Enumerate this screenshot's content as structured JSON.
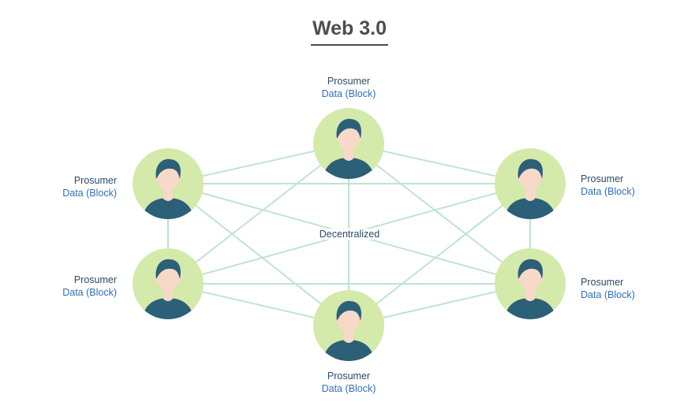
{
  "title": "Web 3.0",
  "center_label": "Decentralized",
  "colors": {
    "line": "#bfe3d3",
    "node_bg": "#d4eaaa",
    "skin": "#f8d9c9",
    "hair": "#2c5f78",
    "shirt": "#2c5f78",
    "role_text": "#2c4a63",
    "data_text": "#2f6fb8"
  },
  "nodes": [
    {
      "id": "top",
      "role": "Prosumer",
      "data": "Data (Block)"
    },
    {
      "id": "upper-left",
      "role": "Prosumer",
      "data": "Data (Block)"
    },
    {
      "id": "upper-right",
      "role": "Prosumer",
      "data": "Data (Block)"
    },
    {
      "id": "lower-left",
      "role": "Prosumer",
      "data": "Data (Block)"
    },
    {
      "id": "lower-right",
      "role": "Prosumer",
      "data": "Data (Block)"
    },
    {
      "id": "bottom",
      "role": "Prosumer",
      "data": "Data (Block)"
    }
  ]
}
